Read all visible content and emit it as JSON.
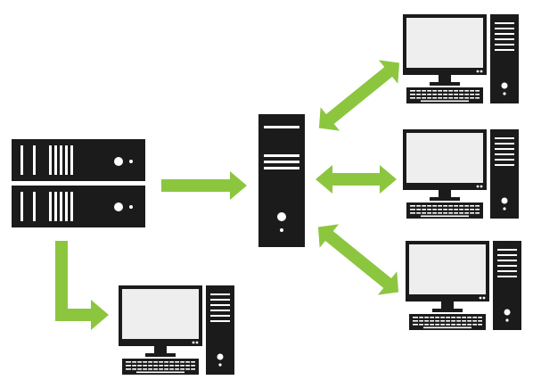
{
  "diagram": {
    "nodes": [
      {
        "id": "rack-server",
        "type": "rack-server",
        "icon": "rack-server-icon"
      },
      {
        "id": "central-server",
        "type": "tower-server",
        "icon": "tower-server-icon"
      },
      {
        "id": "client-top",
        "type": "desktop-computer",
        "icon": "desktop-computer-icon"
      },
      {
        "id": "client-middle",
        "type": "desktop-computer",
        "icon": "desktop-computer-icon"
      },
      {
        "id": "client-bottom",
        "type": "desktop-computer",
        "icon": "desktop-computer-icon"
      },
      {
        "id": "client-lower-left",
        "type": "desktop-computer",
        "icon": "desktop-computer-icon"
      }
    ],
    "edges": [
      {
        "from": "rack-server",
        "to": "central-server",
        "direction": "one-way"
      },
      {
        "from": "rack-server",
        "to": "client-lower-left",
        "direction": "one-way"
      },
      {
        "from": "central-server",
        "to": "client-top",
        "direction": "two-way"
      },
      {
        "from": "central-server",
        "to": "client-middle",
        "direction": "two-way"
      },
      {
        "from": "central-server",
        "to": "client-bottom",
        "direction": "two-way"
      }
    ]
  },
  "colors": {
    "device": "#1b1b1b",
    "device_detail": "#ffffff",
    "screen": "#eeeeee",
    "arrow": "#8cc63f"
  }
}
